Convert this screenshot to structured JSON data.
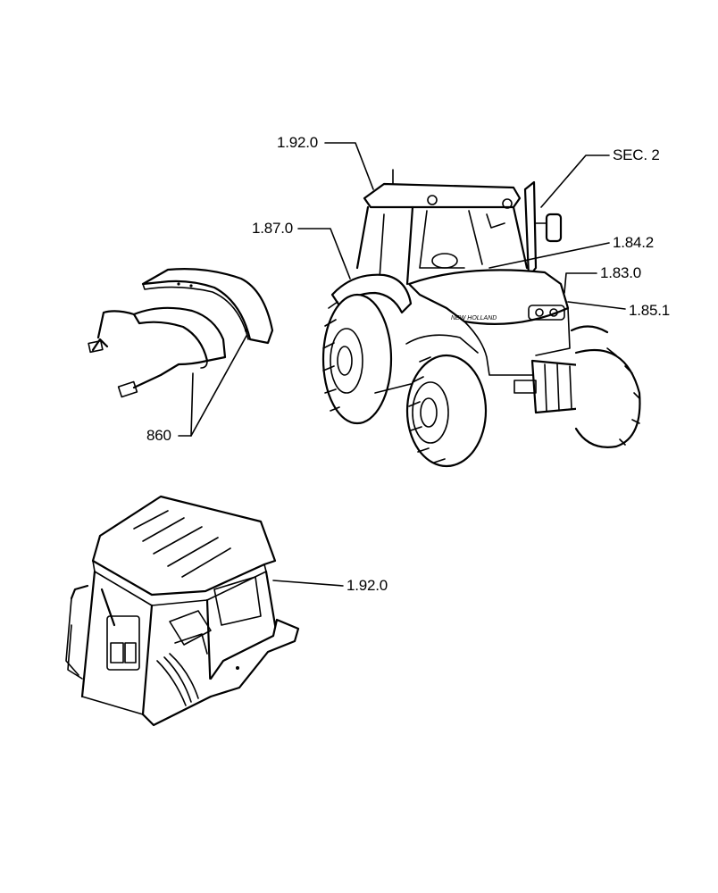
{
  "callouts": {
    "cab_top": "1.92.0",
    "fender": "1.87.0",
    "sec2": "SEC. 2",
    "dash": "1.84.2",
    "hood": "1.83.0",
    "grille": "1.85.1",
    "fender_kit": "860",
    "cab_bottom": "1.92.0"
  },
  "icons": [
    "tractor-illustration",
    "fender-kit-illustration",
    "cab-illustration"
  ]
}
